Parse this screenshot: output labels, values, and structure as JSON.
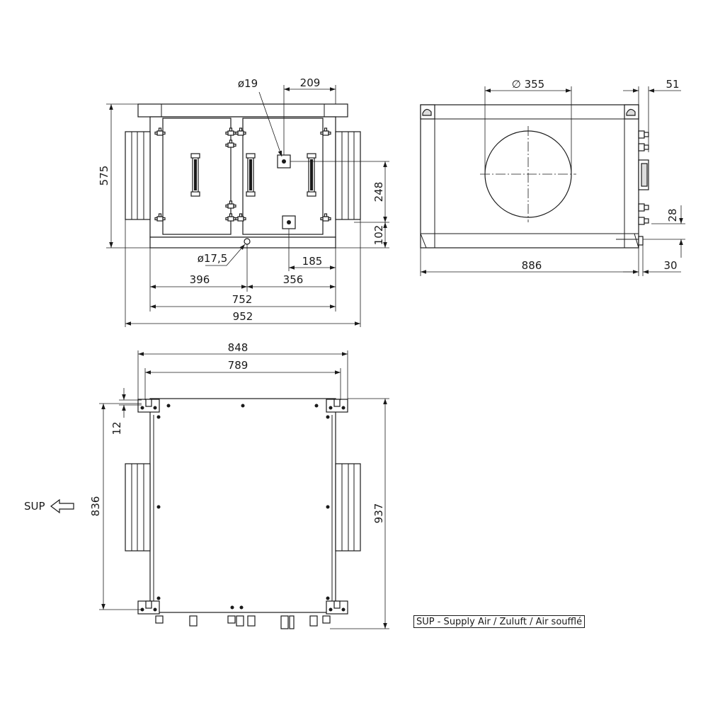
{
  "front_view": {
    "dims": {
      "height_575": "575",
      "dia_19": "ø19",
      "dim_209": "209",
      "dim_248": "248",
      "dim_102": "102",
      "dia_17_5": "ø17,5",
      "dim_185": "185",
      "dim_396": "396",
      "dim_356": "356",
      "dim_752": "752",
      "dim_952": "952"
    }
  },
  "side_view": {
    "dims": {
      "dia_355": "∅ 355",
      "dim_51": "51",
      "dim_28": "28",
      "dim_886": "886",
      "dim_30": "30"
    }
  },
  "top_view": {
    "dims": {
      "dim_848": "848",
      "dim_789": "789",
      "dim_12": "12",
      "dim_836": "836",
      "dim_937": "937"
    },
    "sup_label": "SUP"
  },
  "legend": {
    "text": "SUP - Supply Air / Zuluft / Air soufflé"
  }
}
